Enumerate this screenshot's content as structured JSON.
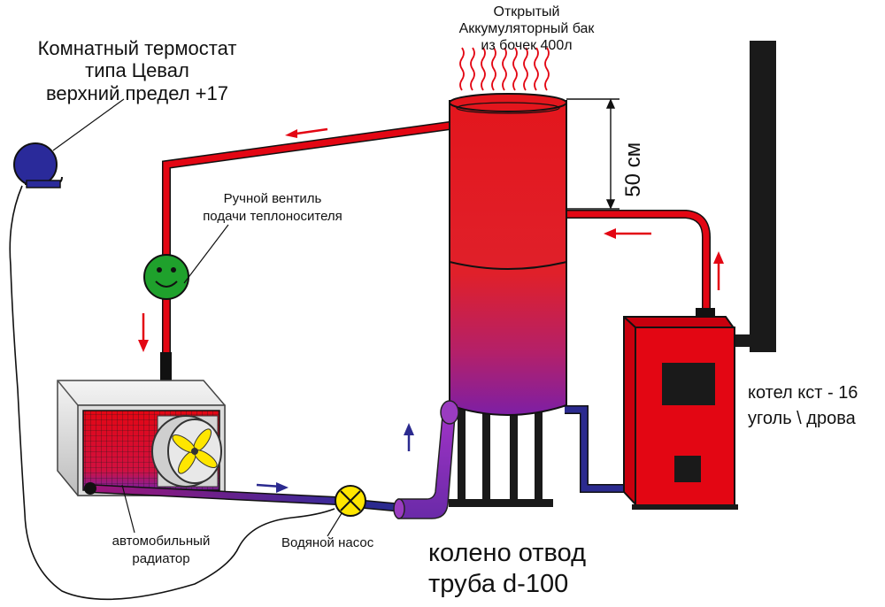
{
  "labels": {
    "thermostat": [
      "Комнатный термостат",
      "типа Цевал",
      "верхний предел +17"
    ],
    "tank": [
      "Открытый",
      "Аккумуляторный бак",
      "из бочек 400л"
    ],
    "valve": [
      "Ручной вентиль",
      "подачи теплоносителя"
    ],
    "boiler": [
      "котел кст - 16",
      "уголь \\ дрова"
    ],
    "radiator": [
      "автомобильный",
      "радиатор"
    ],
    "pump": "Водяной насос",
    "elbow": [
      "колено отвод",
      "труба d-100"
    ],
    "dimension": "50 см"
  },
  "colors": {
    "hot_pipe": "#e30613",
    "cold_pipe": "#2b2a8f",
    "tank_red": "#e3161d",
    "tank_purple": "#8a1fa0",
    "boiler": "#e30613",
    "chimney": "#1a1a1a",
    "thermostat": "#2a2a9a",
    "valve": "#1fa12c",
    "pump": "#ffe600",
    "elbow": "#7a2ac0"
  },
  "icons": [
    "thermostat-icon",
    "valve-icon",
    "pump-icon",
    "fan-icon",
    "heat-waves-icon",
    "flow-arrow-icon"
  ]
}
